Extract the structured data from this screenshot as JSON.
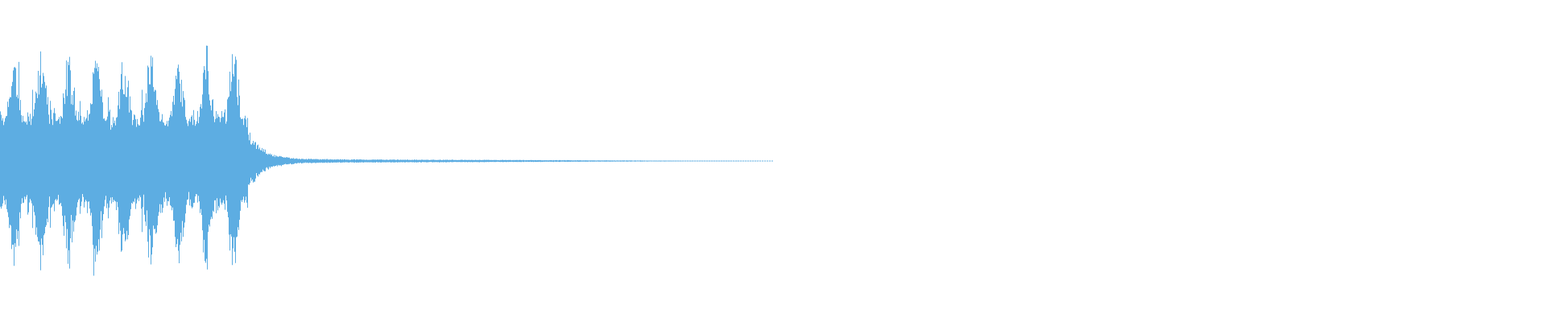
{
  "waveform": {
    "color": "#5dade2",
    "background": "#ffffff",
    "style": "audio-waveform",
    "envelope": {
      "loud_section_fraction": 0.16,
      "decay_end_fraction": 0.5,
      "peak_amplitude": 0.9,
      "burst_count": 9
    }
  }
}
